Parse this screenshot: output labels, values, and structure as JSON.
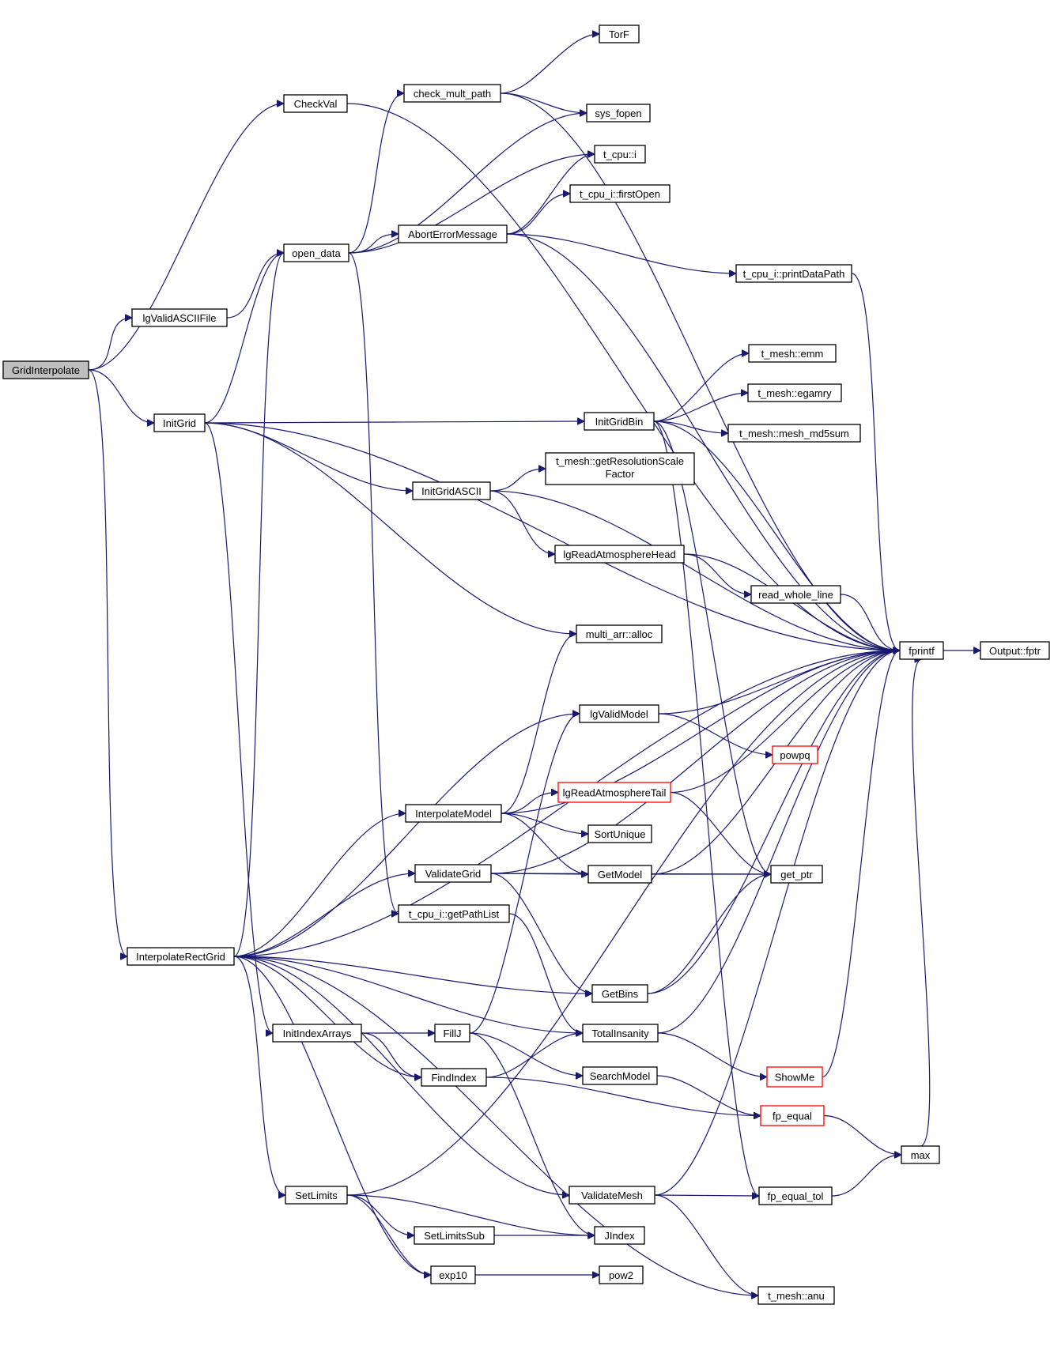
{
  "nodes": [
    {
      "id": "GridInterpolate",
      "label": "GridInterpolate",
      "highlight": true
    },
    {
      "id": "CheckVal",
      "label": "CheckVal"
    },
    {
      "id": "lgValidASCIIFile",
      "label": "lgValidASCIIFile"
    },
    {
      "id": "InitGrid",
      "label": "InitGrid"
    },
    {
      "id": "InterpolateRectGrid",
      "label": "InterpolateRectGrid"
    },
    {
      "id": "open_data",
      "label": "open_data"
    },
    {
      "id": "check_mult_path",
      "label": "check_mult_path"
    },
    {
      "id": "TorF",
      "label": "TorF"
    },
    {
      "id": "sys_fopen",
      "label": "sys_fopen"
    },
    {
      "id": "t_cpu_i",
      "label": "t_cpu::i"
    },
    {
      "id": "firstOpen",
      "label": "t_cpu_i::firstOpen"
    },
    {
      "id": "AbortErrorMessage",
      "label": "AbortErrorMessage"
    },
    {
      "id": "printDataPath",
      "label": "t_cpu_i::printDataPath"
    },
    {
      "id": "emm",
      "label": "t_mesh::emm"
    },
    {
      "id": "egamry",
      "label": "t_mesh::egamry"
    },
    {
      "id": "InitGridBin",
      "label": "InitGridBin"
    },
    {
      "id": "mesh_md5sum",
      "label": "t_mesh::mesh_md5sum"
    },
    {
      "id": "getResolutionScaleFactor",
      "label": "t_mesh::getResolutionScale",
      "label2": "Factor"
    },
    {
      "id": "InitGridASCII",
      "label": "InitGridASCII"
    },
    {
      "id": "lgReadAtmosphereHead",
      "label": "lgReadAtmosphereHead"
    },
    {
      "id": "read_whole_line",
      "label": "read_whole_line"
    },
    {
      "id": "alloc",
      "label": "multi_arr::alloc"
    },
    {
      "id": "fprintf",
      "label": "fprintf"
    },
    {
      "id": "fptr",
      "label": "Output::fptr"
    },
    {
      "id": "lgValidModel",
      "label": "lgValidModel"
    },
    {
      "id": "powpq",
      "label": "powpq",
      "red": true
    },
    {
      "id": "lgReadAtmosphereTail",
      "label": "lgReadAtmosphereTail",
      "red": true
    },
    {
      "id": "InterpolateModel",
      "label": "InterpolateModel"
    },
    {
      "id": "SortUnique",
      "label": "SortUnique"
    },
    {
      "id": "ValidateGrid",
      "label": "ValidateGrid"
    },
    {
      "id": "GetModel",
      "label": "GetModel"
    },
    {
      "id": "get_ptr",
      "label": "get_ptr"
    },
    {
      "id": "getPathList",
      "label": "t_cpu_i::getPathList"
    },
    {
      "id": "GetBins",
      "label": "GetBins"
    },
    {
      "id": "InitIndexArrays",
      "label": "InitIndexArrays"
    },
    {
      "id": "FillJ",
      "label": "FillJ"
    },
    {
      "id": "TotalInsanity",
      "label": "TotalInsanity"
    },
    {
      "id": "ShowMe",
      "label": "ShowMe",
      "red": true
    },
    {
      "id": "FindIndex",
      "label": "FindIndex"
    },
    {
      "id": "SearchModel",
      "label": "SearchModel"
    },
    {
      "id": "fp_equal",
      "label": "fp_equal",
      "red": true
    },
    {
      "id": "max",
      "label": "max"
    },
    {
      "id": "SetLimits",
      "label": "SetLimits"
    },
    {
      "id": "ValidateMesh",
      "label": "ValidateMesh"
    },
    {
      "id": "fp_equal_tol",
      "label": "fp_equal_tol"
    },
    {
      "id": "SetLimitsSub",
      "label": "SetLimitsSub"
    },
    {
      "id": "JIndex",
      "label": "JIndex"
    },
    {
      "id": "exp10",
      "label": "exp10"
    },
    {
      "id": "pow2",
      "label": "pow2"
    },
    {
      "id": "anu",
      "label": "t_mesh::anu"
    }
  ],
  "edges": [
    [
      "GridInterpolate",
      "CheckVal"
    ],
    [
      "GridInterpolate",
      "lgValidASCIIFile"
    ],
    [
      "GridInterpolate",
      "InitGrid"
    ],
    [
      "GridInterpolate",
      "InterpolateRectGrid"
    ],
    [
      "CheckVal",
      "fprintf"
    ],
    [
      "lgValidASCIIFile",
      "open_data"
    ],
    [
      "InitGrid",
      "open_data"
    ],
    [
      "InitGrid",
      "fprintf"
    ],
    [
      "InitGrid",
      "InitGridBin"
    ],
    [
      "InitGrid",
      "InitGridASCII"
    ],
    [
      "InitGrid",
      "alloc"
    ],
    [
      "InitGrid",
      "InitIndexArrays"
    ],
    [
      "open_data",
      "check_mult_path"
    ],
    [
      "open_data",
      "sys_fopen"
    ],
    [
      "open_data",
      "t_cpu_i"
    ],
    [
      "open_data",
      "AbortErrorMessage"
    ],
    [
      "open_data",
      "getPathList"
    ],
    [
      "check_mult_path",
      "TorF"
    ],
    [
      "check_mult_path",
      "sys_fopen"
    ],
    [
      "check_mult_path",
      "fprintf"
    ],
    [
      "AbortErrorMessage",
      "t_cpu_i"
    ],
    [
      "AbortErrorMessage",
      "firstOpen"
    ],
    [
      "AbortErrorMessage",
      "fprintf"
    ],
    [
      "AbortErrorMessage",
      "printDataPath"
    ],
    [
      "printDataPath",
      "fprintf"
    ],
    [
      "InitGridBin",
      "emm"
    ],
    [
      "InitGridBin",
      "egamry"
    ],
    [
      "InitGridBin",
      "mesh_md5sum"
    ],
    [
      "InitGridBin",
      "fprintf"
    ],
    [
      "InitGridBin",
      "get_ptr"
    ],
    [
      "InitGridBin",
      "fp_equal_tol"
    ],
    [
      "InitGridASCII",
      "getResolutionScaleFactor"
    ],
    [
      "InitGridASCII",
      "fprintf"
    ],
    [
      "InitGridASCII",
      "lgReadAtmosphereHead"
    ],
    [
      "lgReadAtmosphereHead",
      "fprintf"
    ],
    [
      "lgReadAtmosphereHead",
      "read_whole_line"
    ],
    [
      "read_whole_line",
      "fprintf"
    ],
    [
      "fprintf",
      "fptr"
    ],
    [
      "InterpolateRectGrid",
      "open_data"
    ],
    [
      "InterpolateRectGrid",
      "fprintf"
    ],
    [
      "InterpolateRectGrid",
      "lgValidModel"
    ],
    [
      "InterpolateRectGrid",
      "InterpolateModel"
    ],
    [
      "InterpolateRectGrid",
      "ValidateGrid"
    ],
    [
      "InterpolateRectGrid",
      "GetBins"
    ],
    [
      "InterpolateRectGrid",
      "TotalInsanity"
    ],
    [
      "InterpolateRectGrid",
      "FindIndex"
    ],
    [
      "InterpolateRectGrid",
      "SetLimits"
    ],
    [
      "InterpolateRectGrid",
      "ValidateMesh"
    ],
    [
      "InterpolateRectGrid",
      "exp10"
    ],
    [
      "InterpolateRectGrid",
      "anu"
    ],
    [
      "lgValidModel",
      "fprintf"
    ],
    [
      "lgValidModel",
      "powpq"
    ],
    [
      "InterpolateModel",
      "alloc"
    ],
    [
      "InterpolateModel",
      "fprintf"
    ],
    [
      "InterpolateModel",
      "lgReadAtmosphereTail"
    ],
    [
      "InterpolateModel",
      "SortUnique"
    ],
    [
      "InterpolateModel",
      "GetModel"
    ],
    [
      "lgReadAtmosphereTail",
      "fprintf"
    ],
    [
      "lgReadAtmosphereTail",
      "get_ptr"
    ],
    [
      "ValidateGrid",
      "fprintf"
    ],
    [
      "ValidateGrid",
      "GetModel"
    ],
    [
      "ValidateGrid",
      "get_ptr"
    ],
    [
      "ValidateGrid",
      "GetBins"
    ],
    [
      "GetModel",
      "get_ptr"
    ],
    [
      "GetModel",
      "fprintf"
    ],
    [
      "getPathList",
      "TotalInsanity"
    ],
    [
      "GetBins",
      "get_ptr"
    ],
    [
      "GetBins",
      "fprintf"
    ],
    [
      "InitIndexArrays",
      "FillJ"
    ],
    [
      "InitIndexArrays",
      "FindIndex"
    ],
    [
      "FillJ",
      "lgValidModel"
    ],
    [
      "FillJ",
      "SearchModel"
    ],
    [
      "FillJ",
      "JIndex"
    ],
    [
      "TotalInsanity",
      "fprintf"
    ],
    [
      "TotalInsanity",
      "ShowMe"
    ],
    [
      "ShowMe",
      "fprintf"
    ],
    [
      "FindIndex",
      "TotalInsanity"
    ],
    [
      "FindIndex",
      "fp_equal"
    ],
    [
      "SearchModel",
      "fp_equal"
    ],
    [
      "fp_equal",
      "max"
    ],
    [
      "max",
      "fprintf"
    ],
    [
      "SetLimits",
      "fprintf"
    ],
    [
      "SetLimits",
      "SetLimitsSub"
    ],
    [
      "SetLimits",
      "JIndex"
    ],
    [
      "SetLimits",
      "exp10"
    ],
    [
      "SetLimitsSub",
      "JIndex"
    ],
    [
      "ValidateMesh",
      "fp_equal_tol"
    ],
    [
      "ValidateMesh",
      "fprintf"
    ],
    [
      "ValidateMesh",
      "anu"
    ],
    [
      "fp_equal_tol",
      "max"
    ],
    [
      "exp10",
      "pow2"
    ]
  ]
}
